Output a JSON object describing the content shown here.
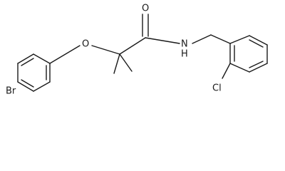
{
  "structure": {
    "atom_labels": {
      "bromine": "Br",
      "ether_oxygen": "O",
      "carbonyl_oxygen": "O",
      "amide_nitrogen": "N",
      "amide_hydrogen": "H",
      "chlorine": "Cl"
    }
  }
}
